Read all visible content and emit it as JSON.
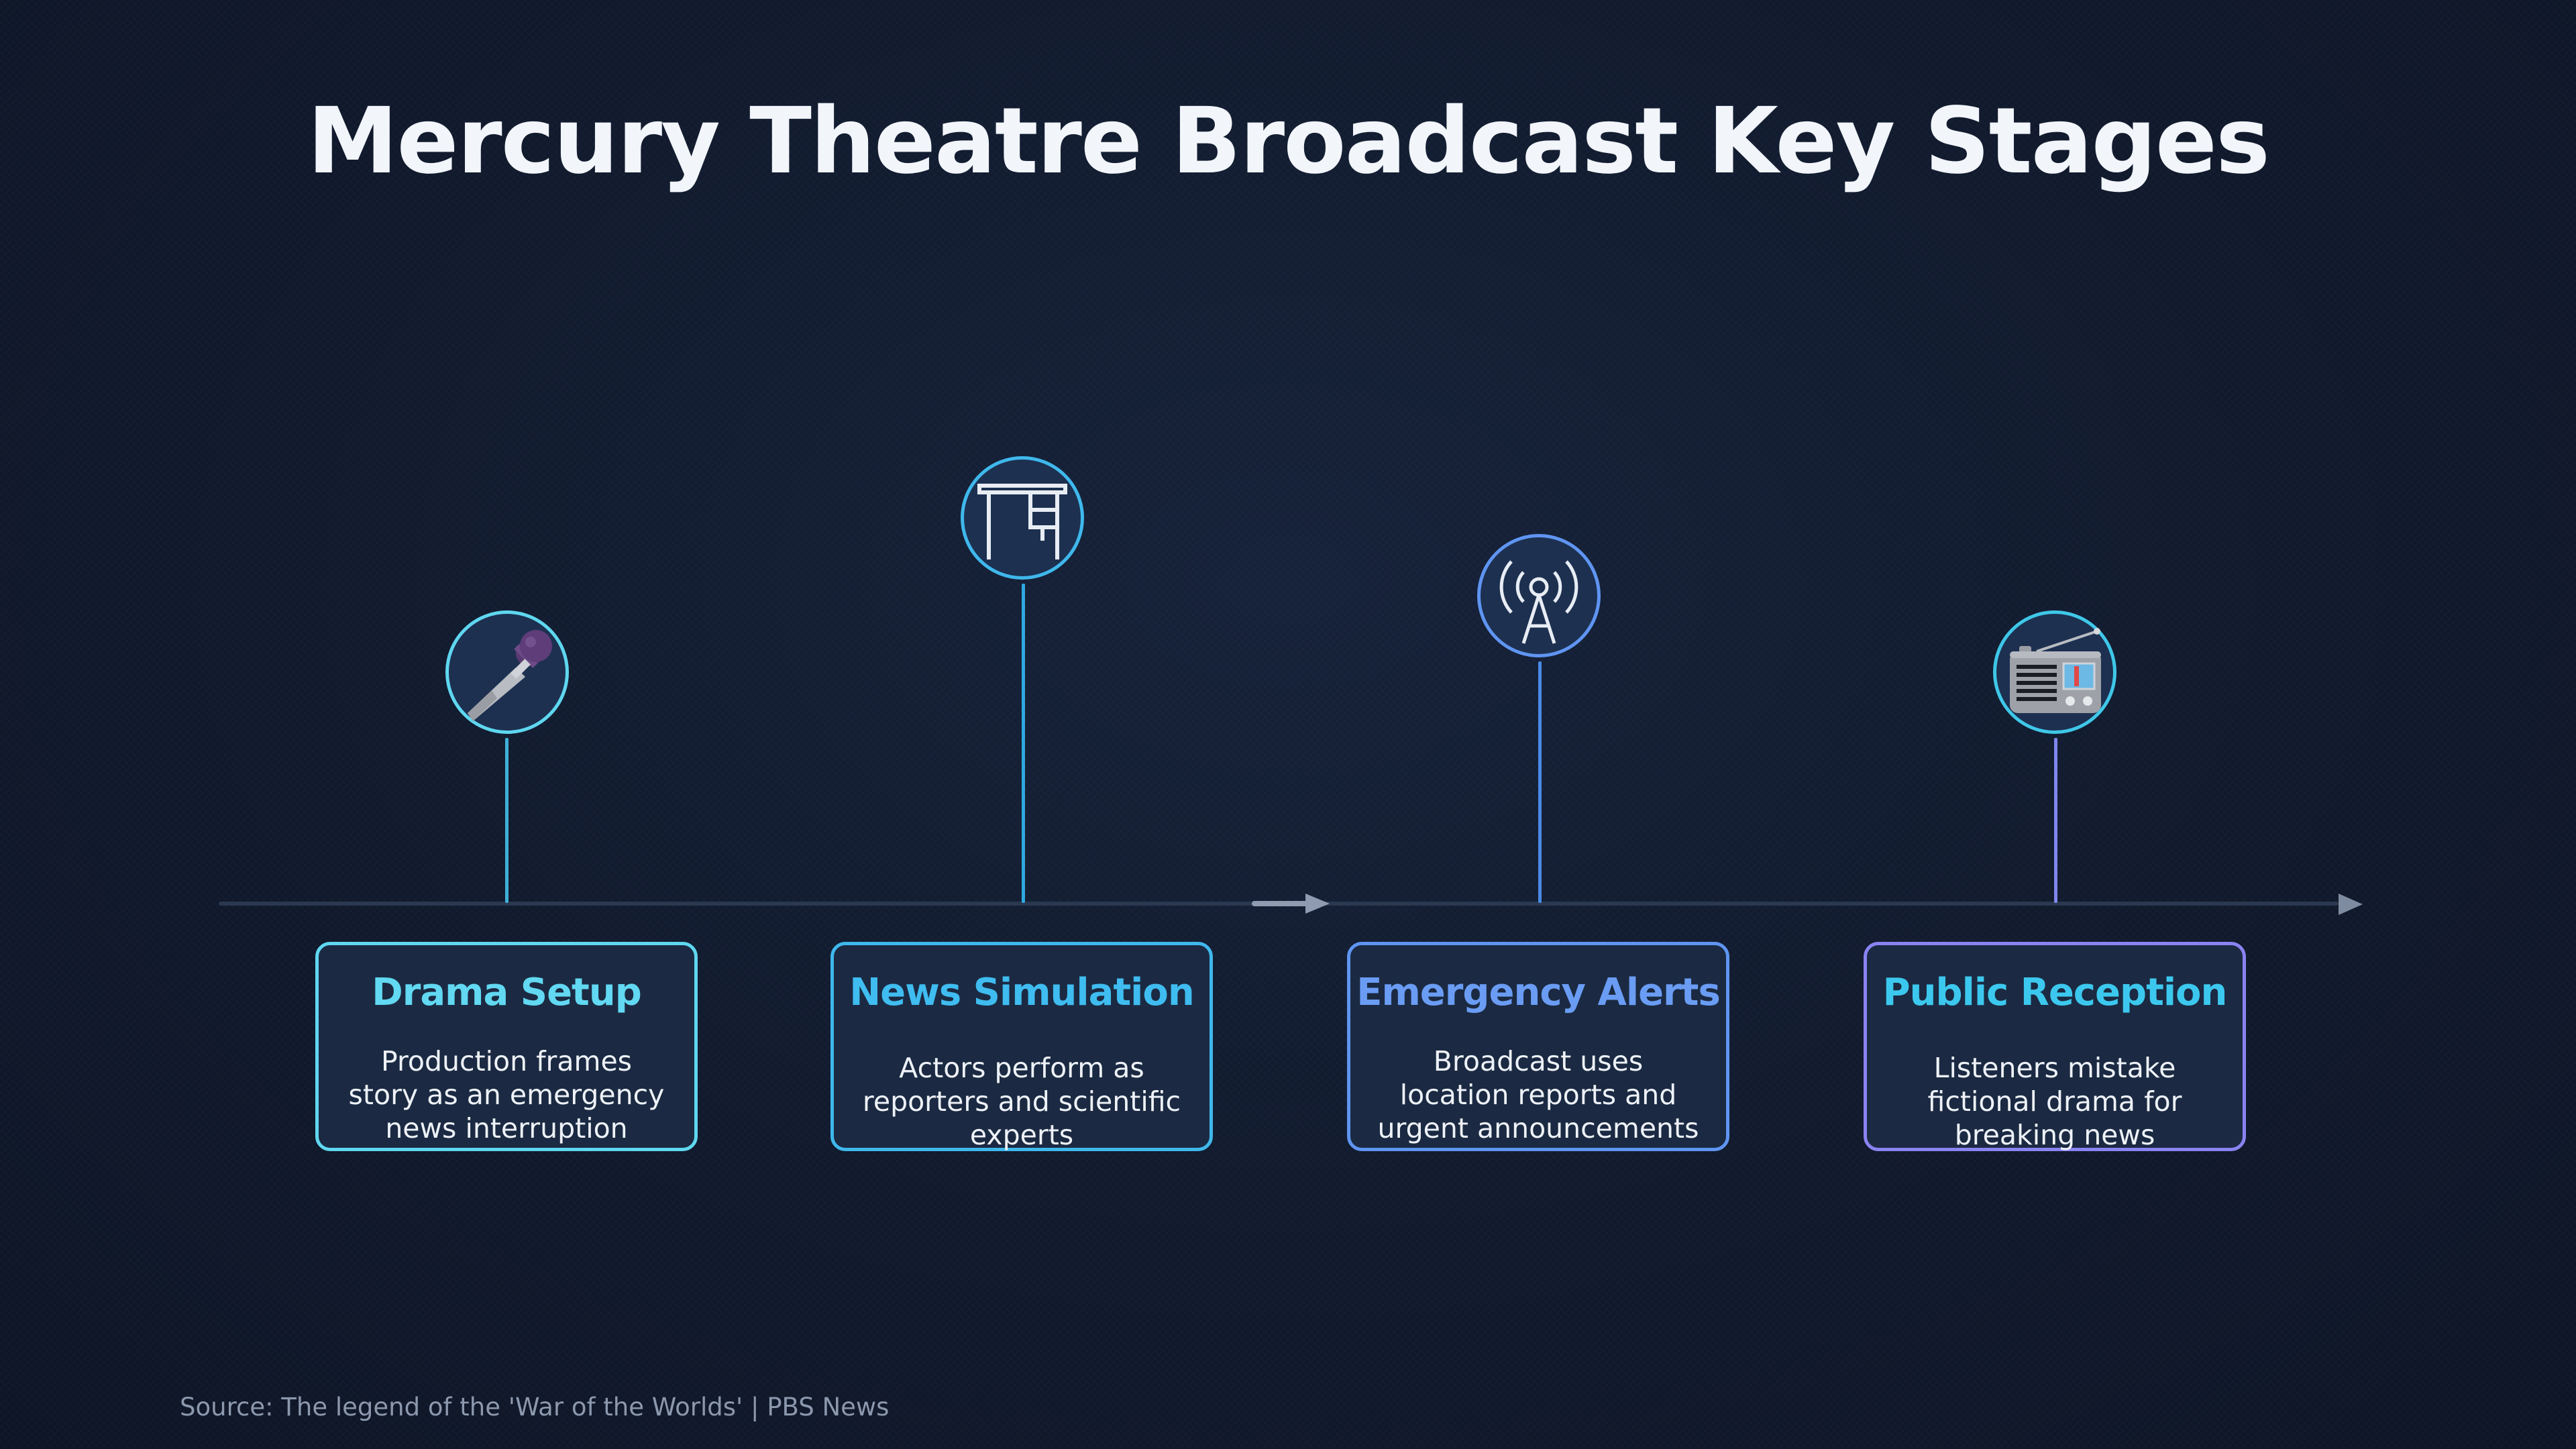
{
  "title": "Mercury Theatre Broadcast Key Stages",
  "stages": [
    {
      "title": "Drama Setup",
      "description": "Production frames story as an emergency news interruption",
      "icon": "microphone-icon",
      "accent": "#5fd7f0"
    },
    {
      "title": "News Simulation",
      "description": "Actors perform as reporters and scientific experts",
      "icon": "desk-icon",
      "accent": "#3fb8ec"
    },
    {
      "title": "Emergency Alerts",
      "description": "Broadcast uses location reports and urgent announcements",
      "icon": "antenna-tower-icon",
      "accent": "#5f95f2"
    },
    {
      "title": "Public Reception",
      "description": "Listeners mistake fictional drama for breaking news",
      "icon": "radio-icon",
      "accent": "#8a83f2"
    }
  ],
  "source": "Source: The legend of the 'War of the Worlds' | PBS News",
  "colors": {
    "background": "#111a2d",
    "card_background": "#1b2a42",
    "axis": "#2a3850"
  }
}
